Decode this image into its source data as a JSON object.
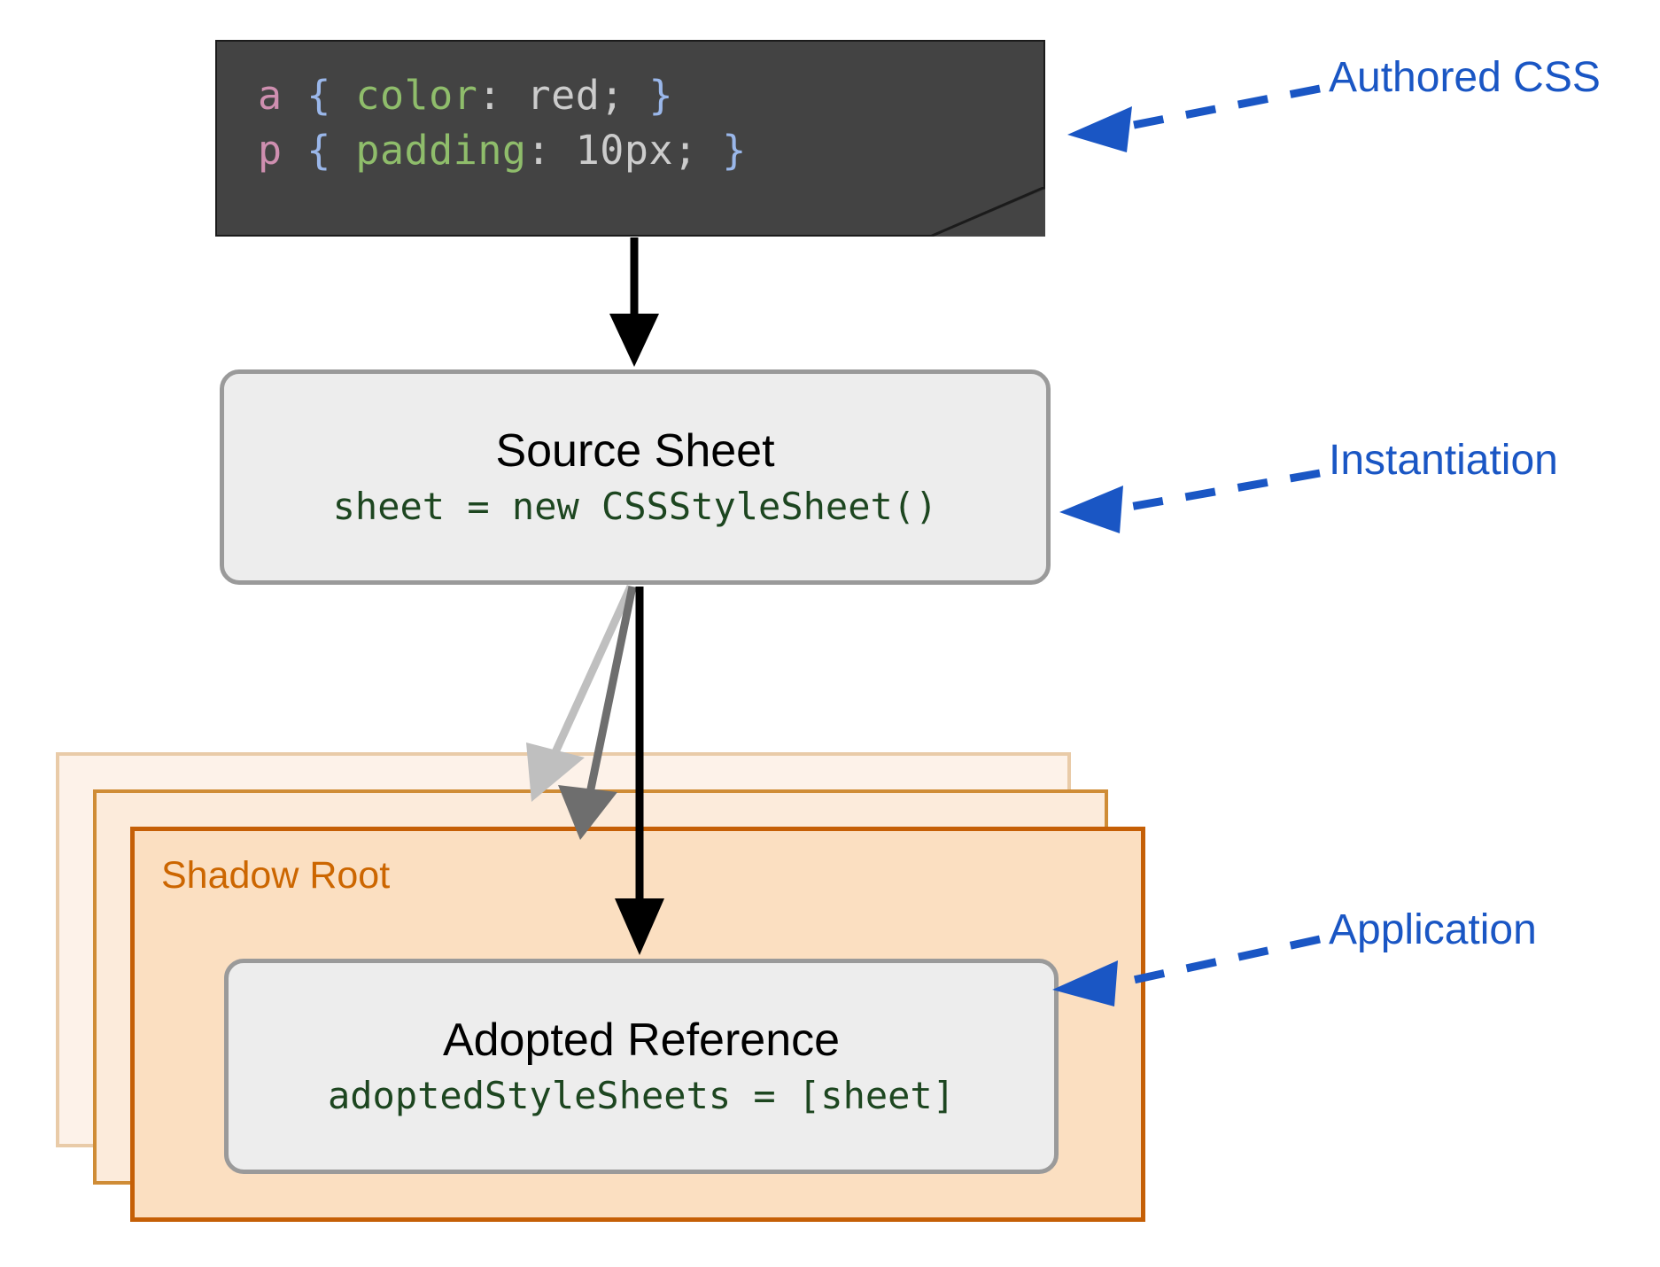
{
  "diagram": {
    "title": "Constructable Stylesheets adoption flow",
    "colors": {
      "code_background": "#434343",
      "node_fill": "#ededed",
      "node_border": "#9a9a9a",
      "shadow_orange": "#cc6600",
      "shadow_fill": "#fbdfc1",
      "callout_blue": "#1a56c4",
      "code_green": "#1d4620"
    }
  },
  "code_block": {
    "name": "authored-css-code",
    "lines": [
      {
        "selector": "a",
        "open_brace": "{",
        "property": "color",
        "colon": ":",
        "value": "red",
        "semicolon": ";",
        "close_brace": "}",
        "full_text": "a { color: red; }"
      },
      {
        "selector": "p",
        "open_brace": "{",
        "property": "padding",
        "colon": ":",
        "value": "10px",
        "semicolon": ";",
        "close_brace": "}",
        "full_text": "p { padding: 10px; }"
      }
    ]
  },
  "nodes": {
    "source_sheet": {
      "title": "Source Sheet",
      "code": "sheet = new CSSStyleSheet()"
    },
    "adopted_reference": {
      "title": "Adopted Reference",
      "code": "adoptedStyleSheets = [sheet]"
    }
  },
  "shadow_roots": {
    "label": "Shadow Root",
    "stack_count": 3
  },
  "callouts": [
    {
      "id": "authored-css",
      "label": "Authored CSS",
      "target": "code-block"
    },
    {
      "id": "instantiation",
      "label": "Instantiation",
      "target": "source-sheet-box"
    },
    {
      "id": "application",
      "label": "Application",
      "target": "adopted-ref-box"
    }
  ],
  "arrows": [
    {
      "id": "code-to-source",
      "color": "#000000",
      "from": "code-block",
      "to": "source-sheet-box"
    },
    {
      "id": "source-to-shadow-back",
      "color": "#bfbfbf",
      "from": "source-sheet-box",
      "to": "shadow-panel-back"
    },
    {
      "id": "source-to-shadow-mid",
      "color": "#6e6e6e",
      "from": "source-sheet-box",
      "to": "shadow-panel-mid"
    },
    {
      "id": "source-to-adopted",
      "color": "#000000",
      "from": "source-sheet-box",
      "to": "adopted-ref-box"
    }
  ]
}
